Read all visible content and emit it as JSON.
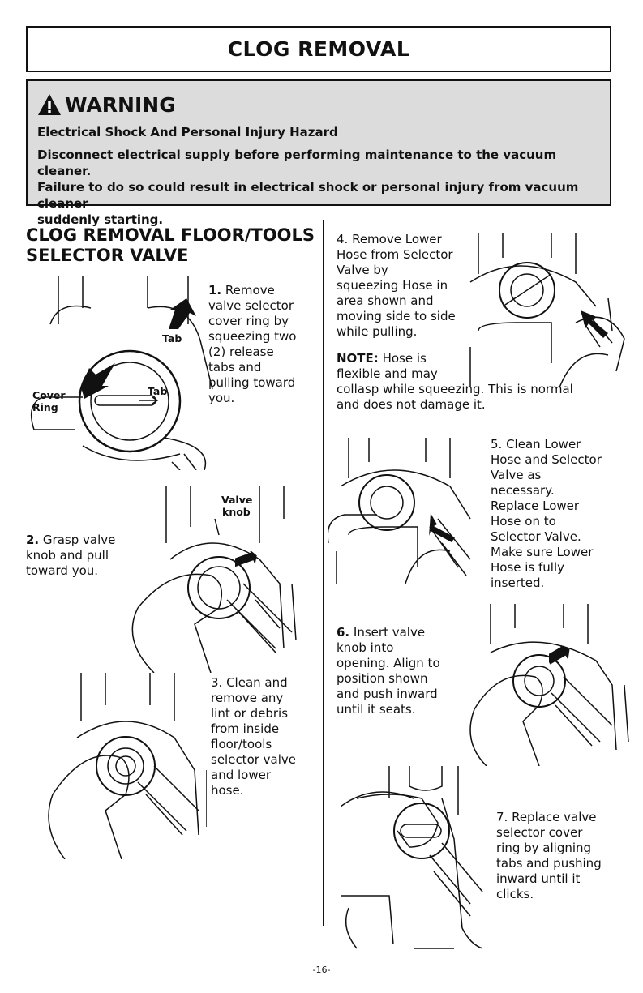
{
  "title": "CLOG REMOVAL",
  "warning": {
    "heading": "WARNING",
    "subtitle": "Electrical Shock And Personal Injury Hazard",
    "line1": "Disconnect electrical supply before performing maintenance to the vacuum cleaner.",
    "line2": "Failure to do so could result in electrical shock or personal injury from vacuum cleaner",
    "line3": "suddenly starting."
  },
  "section": {
    "line1": "CLOG REMOVAL FLOOR/TOOLS",
    "line2": "SELECTOR VALVE"
  },
  "labels": {
    "tab": "Tab",
    "cover": "Cover",
    "ring": "Ring",
    "valve": "Valve",
    "knob": "knob"
  },
  "steps": {
    "s1": {
      "num": "1.",
      "lines": [
        "Remove",
        "valve selector",
        "cover ring by",
        "squeezing two",
        "(2) release",
        "tabs and",
        "pulling toward",
        "you."
      ]
    },
    "s2": {
      "num": "2.",
      "lines": [
        "Grasp valve",
        "knob and pull",
        "toward you."
      ]
    },
    "s3": {
      "lines": [
        "3. Clean and",
        "remove any",
        "lint or debris",
        "from inside",
        "floor/tools",
        "selector valve",
        "and lower",
        "hose."
      ]
    },
    "s4": {
      "lines": [
        "4. Remove Lower",
        "Hose from Selector",
        "Valve by",
        "squeezing Hose in",
        "area shown and",
        "moving side to side",
        "while pulling."
      ]
    },
    "note": {
      "label": "NOTE:",
      "lines": [
        "Hose is",
        "flexible and may",
        "collasp while squeezing. This is normal",
        "and does not damage it."
      ]
    },
    "s5": {
      "lines": [
        "5. Clean Lower",
        "Hose and Selector",
        "Valve as",
        "necessary.",
        "Replace Lower",
        "Hose on to",
        "Selector Valve.",
        "Make sure Lower",
        "Hose is fully",
        "inserted."
      ]
    },
    "s6": {
      "num": "6.",
      "lines": [
        "Insert valve",
        "knob into",
        "opening. Align to",
        "position shown",
        "and push inward",
        "until it seats."
      ]
    },
    "s7": {
      "lines": [
        "7. Replace valve",
        "selector cover",
        "ring by aligning",
        "tabs and pushing",
        "inward until it",
        "clicks."
      ]
    }
  },
  "page_number": "-16-"
}
